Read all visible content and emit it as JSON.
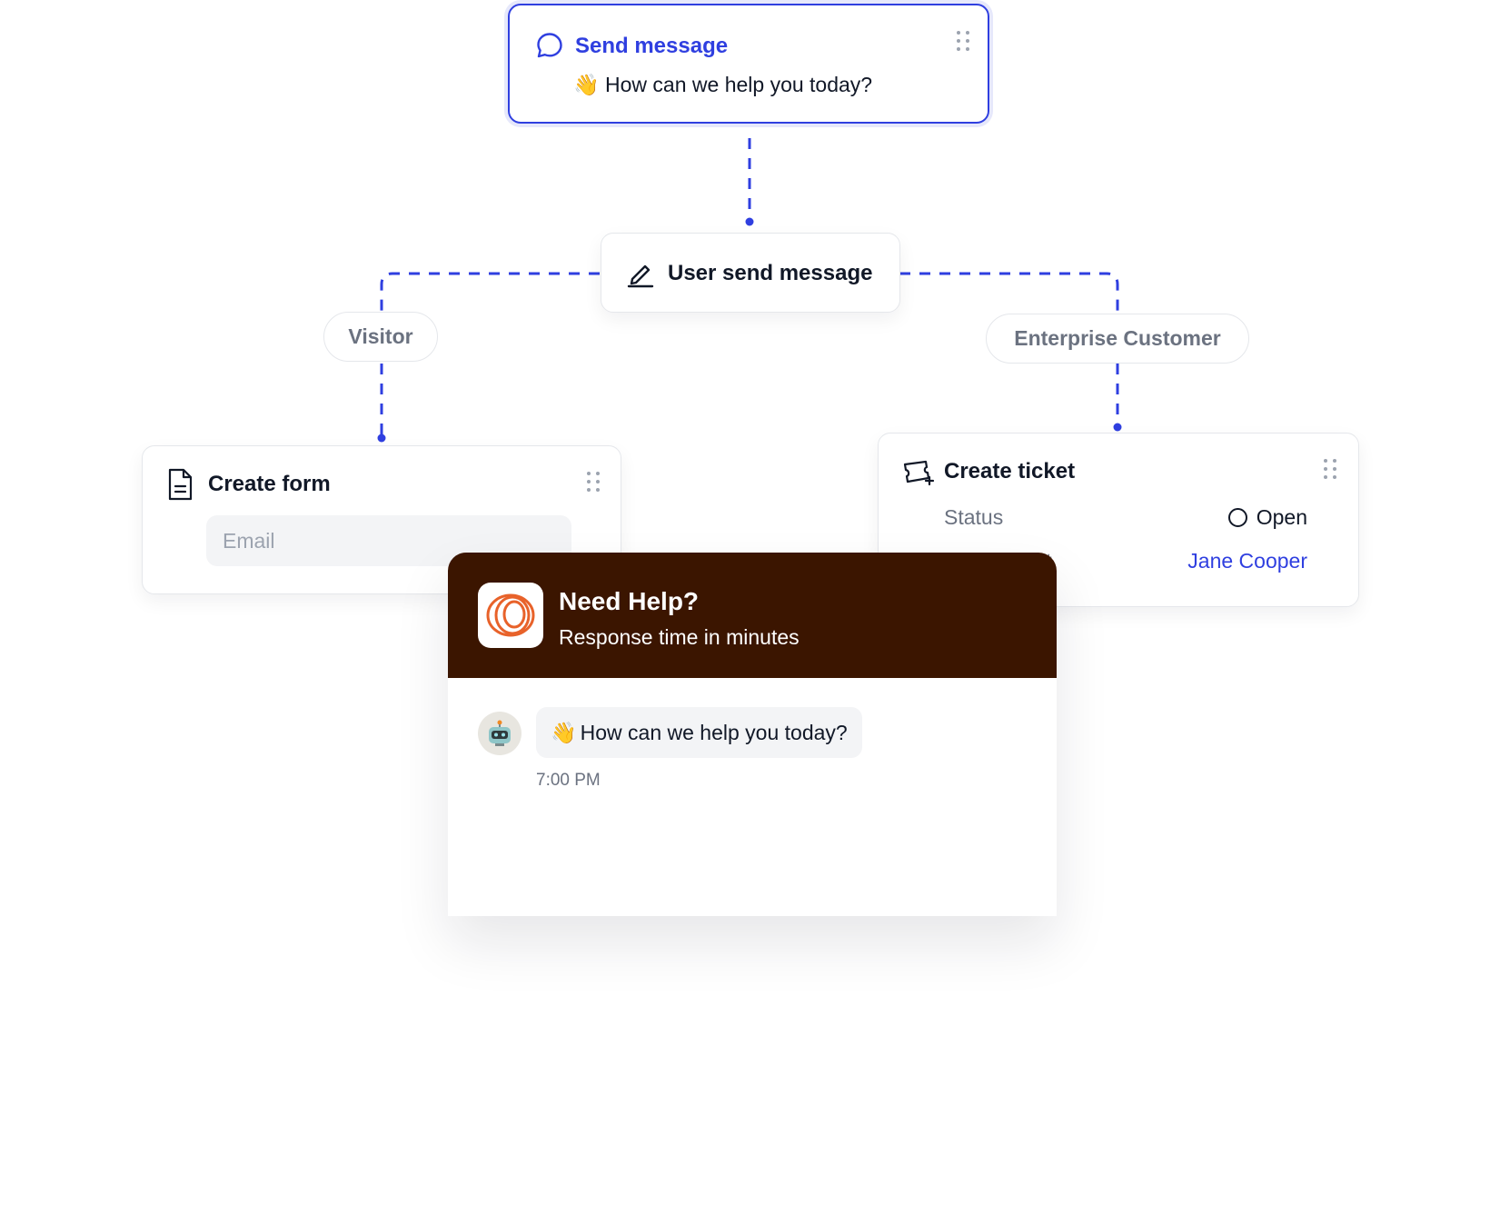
{
  "send_message_node": {
    "title": "Send message",
    "emoji": "👋",
    "text": "How can we help you today?"
  },
  "user_send_node": {
    "title": "User send message"
  },
  "branches": {
    "visitor": "Visitor",
    "enterprise": "Enterprise Customer"
  },
  "create_form_node": {
    "title": "Create form",
    "field_placeholder": "Email"
  },
  "create_ticket_node": {
    "title": "Create ticket",
    "rows": [
      {
        "label": "Status",
        "value": "Open"
      },
      {
        "label": "ket",
        "value": "Jane Cooper"
      }
    ]
  },
  "chat_widget": {
    "title": "Need Help?",
    "subtitle": "Response time in minutes",
    "message_emoji": "👋",
    "message": "How can we help you today?",
    "timestamp": "7:00 PM"
  },
  "colors": {
    "accent_blue": "#2f3fe0",
    "header_brown": "#3b1500",
    "logo_orange": "#e8622a",
    "muted_text": "#6b7280"
  },
  "icons": [
    "chat-bubble-icon",
    "pen-icon",
    "document-icon",
    "ticket-icon",
    "drag-handle-icon",
    "status-circle-icon",
    "robot-avatar-icon",
    "brand-logo-icon"
  ]
}
